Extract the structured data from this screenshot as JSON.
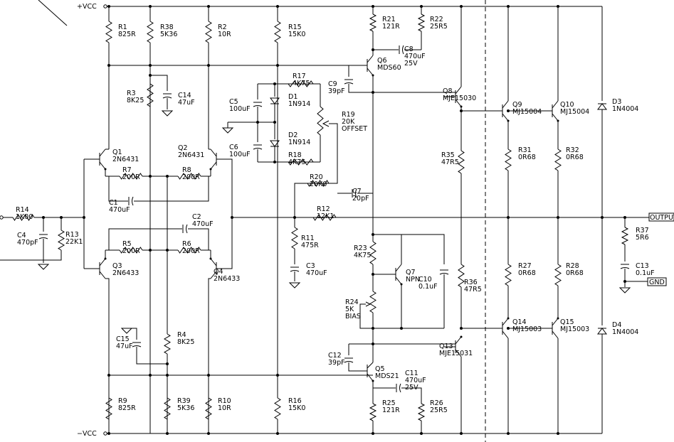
{
  "rails": {
    "vcc_pos": "+VCC",
    "vcc_neg": "−VCC"
  },
  "nets": {
    "output": "OUTPUT",
    "ground": "GND"
  },
  "components": [
    {
      "ref": "R1",
      "value": "825R"
    },
    {
      "ref": "R38",
      "value": "5K36"
    },
    {
      "ref": "R2",
      "value": "10R"
    },
    {
      "ref": "R15",
      "value": "15K0"
    },
    {
      "ref": "R21",
      "value": "121R"
    },
    {
      "ref": "R22",
      "value": "25R5"
    },
    {
      "ref": "C8",
      "value": "470uF",
      "note": "25V"
    },
    {
      "ref": "Q6",
      "value": "MDS60"
    },
    {
      "ref": "C9",
      "value": "39pF"
    },
    {
      "ref": "R17",
      "value": "4K75"
    },
    {
      "ref": "C5",
      "value": "100uF"
    },
    {
      "ref": "D1",
      "value": "1N914"
    },
    {
      "ref": "R3",
      "value": "8K25"
    },
    {
      "ref": "C14",
      "value": "47uF"
    },
    {
      "ref": "Q8",
      "value": "MJE15030"
    },
    {
      "ref": "Q9",
      "value": "MJ15004"
    },
    {
      "ref": "Q10",
      "value": "MJ15004"
    },
    {
      "ref": "D3",
      "value": "1N4004"
    },
    {
      "ref": "R19",
      "value": "20K",
      "note": "OFFSET"
    },
    {
      "ref": "C6",
      "value": "100uF"
    },
    {
      "ref": "D2",
      "value": "1N914"
    },
    {
      "ref": "Q1",
      "value": "2N6431"
    },
    {
      "ref": "Q2",
      "value": "2N6431"
    },
    {
      "ref": "R18",
      "value": "4K75"
    },
    {
      "ref": "R35",
      "value": "47R5"
    },
    {
      "ref": "R31",
      "value": "0R68"
    },
    {
      "ref": "R32",
      "value": "0R68"
    },
    {
      "ref": "R7",
      "value": "200R"
    },
    {
      "ref": "R8",
      "value": "200R"
    },
    {
      "ref": "R20",
      "value": "20K0"
    },
    {
      "ref": "C1",
      "value": "470uF"
    },
    {
      "ref": "C7",
      "value": "20pF"
    },
    {
      "ref": "R14",
      "value": "1K00"
    },
    {
      "ref": "R12",
      "value": "12K1"
    },
    {
      "ref": "C2",
      "value": "470uF"
    },
    {
      "ref": "C4",
      "value": "470pF"
    },
    {
      "ref": "R13",
      "value": "22K1"
    },
    {
      "ref": "R11",
      "value": "475R"
    },
    {
      "ref": "R37",
      "value": "5R6"
    },
    {
      "ref": "R5",
      "value": "200R"
    },
    {
      "ref": "R6",
      "value": "200R"
    },
    {
      "ref": "R23",
      "value": "4K75"
    },
    {
      "ref": "Q3",
      "value": "2N6433"
    },
    {
      "ref": "C3",
      "value": "470uF"
    },
    {
      "ref": "Q7",
      "value": "NPN"
    },
    {
      "ref": "C10",
      "value": "0.1uF"
    },
    {
      "ref": "Q4",
      "value": "2N6433"
    },
    {
      "ref": "R36",
      "value": "47R5"
    },
    {
      "ref": "R27",
      "value": "0R68"
    },
    {
      "ref": "R28",
      "value": "0R68"
    },
    {
      "ref": "C13",
      "value": "0.1uF"
    },
    {
      "ref": "R24",
      "value": "5K",
      "note": "BIAS"
    },
    {
      "ref": "C15",
      "value": "47uF"
    },
    {
      "ref": "R4",
      "value": "8K25"
    },
    {
      "ref": "Q14",
      "value": "MJ15003"
    },
    {
      "ref": "Q15",
      "value": "MJ15003"
    },
    {
      "ref": "D4",
      "value": "1N4004"
    },
    {
      "ref": "Q13",
      "value": "MJE15031"
    },
    {
      "ref": "C12",
      "value": "39pF"
    },
    {
      "ref": "Q5",
      "value": "MDS21"
    },
    {
      "ref": "C11",
      "value": "470uF",
      "note": "25V"
    },
    {
      "ref": "R9",
      "value": "825R"
    },
    {
      "ref": "R39",
      "value": "5K36"
    },
    {
      "ref": "R10",
      "value": "10R"
    },
    {
      "ref": "R16",
      "value": "15K0"
    },
    {
      "ref": "R25",
      "value": "121R"
    },
    {
      "ref": "R26",
      "value": "25R5"
    }
  ]
}
